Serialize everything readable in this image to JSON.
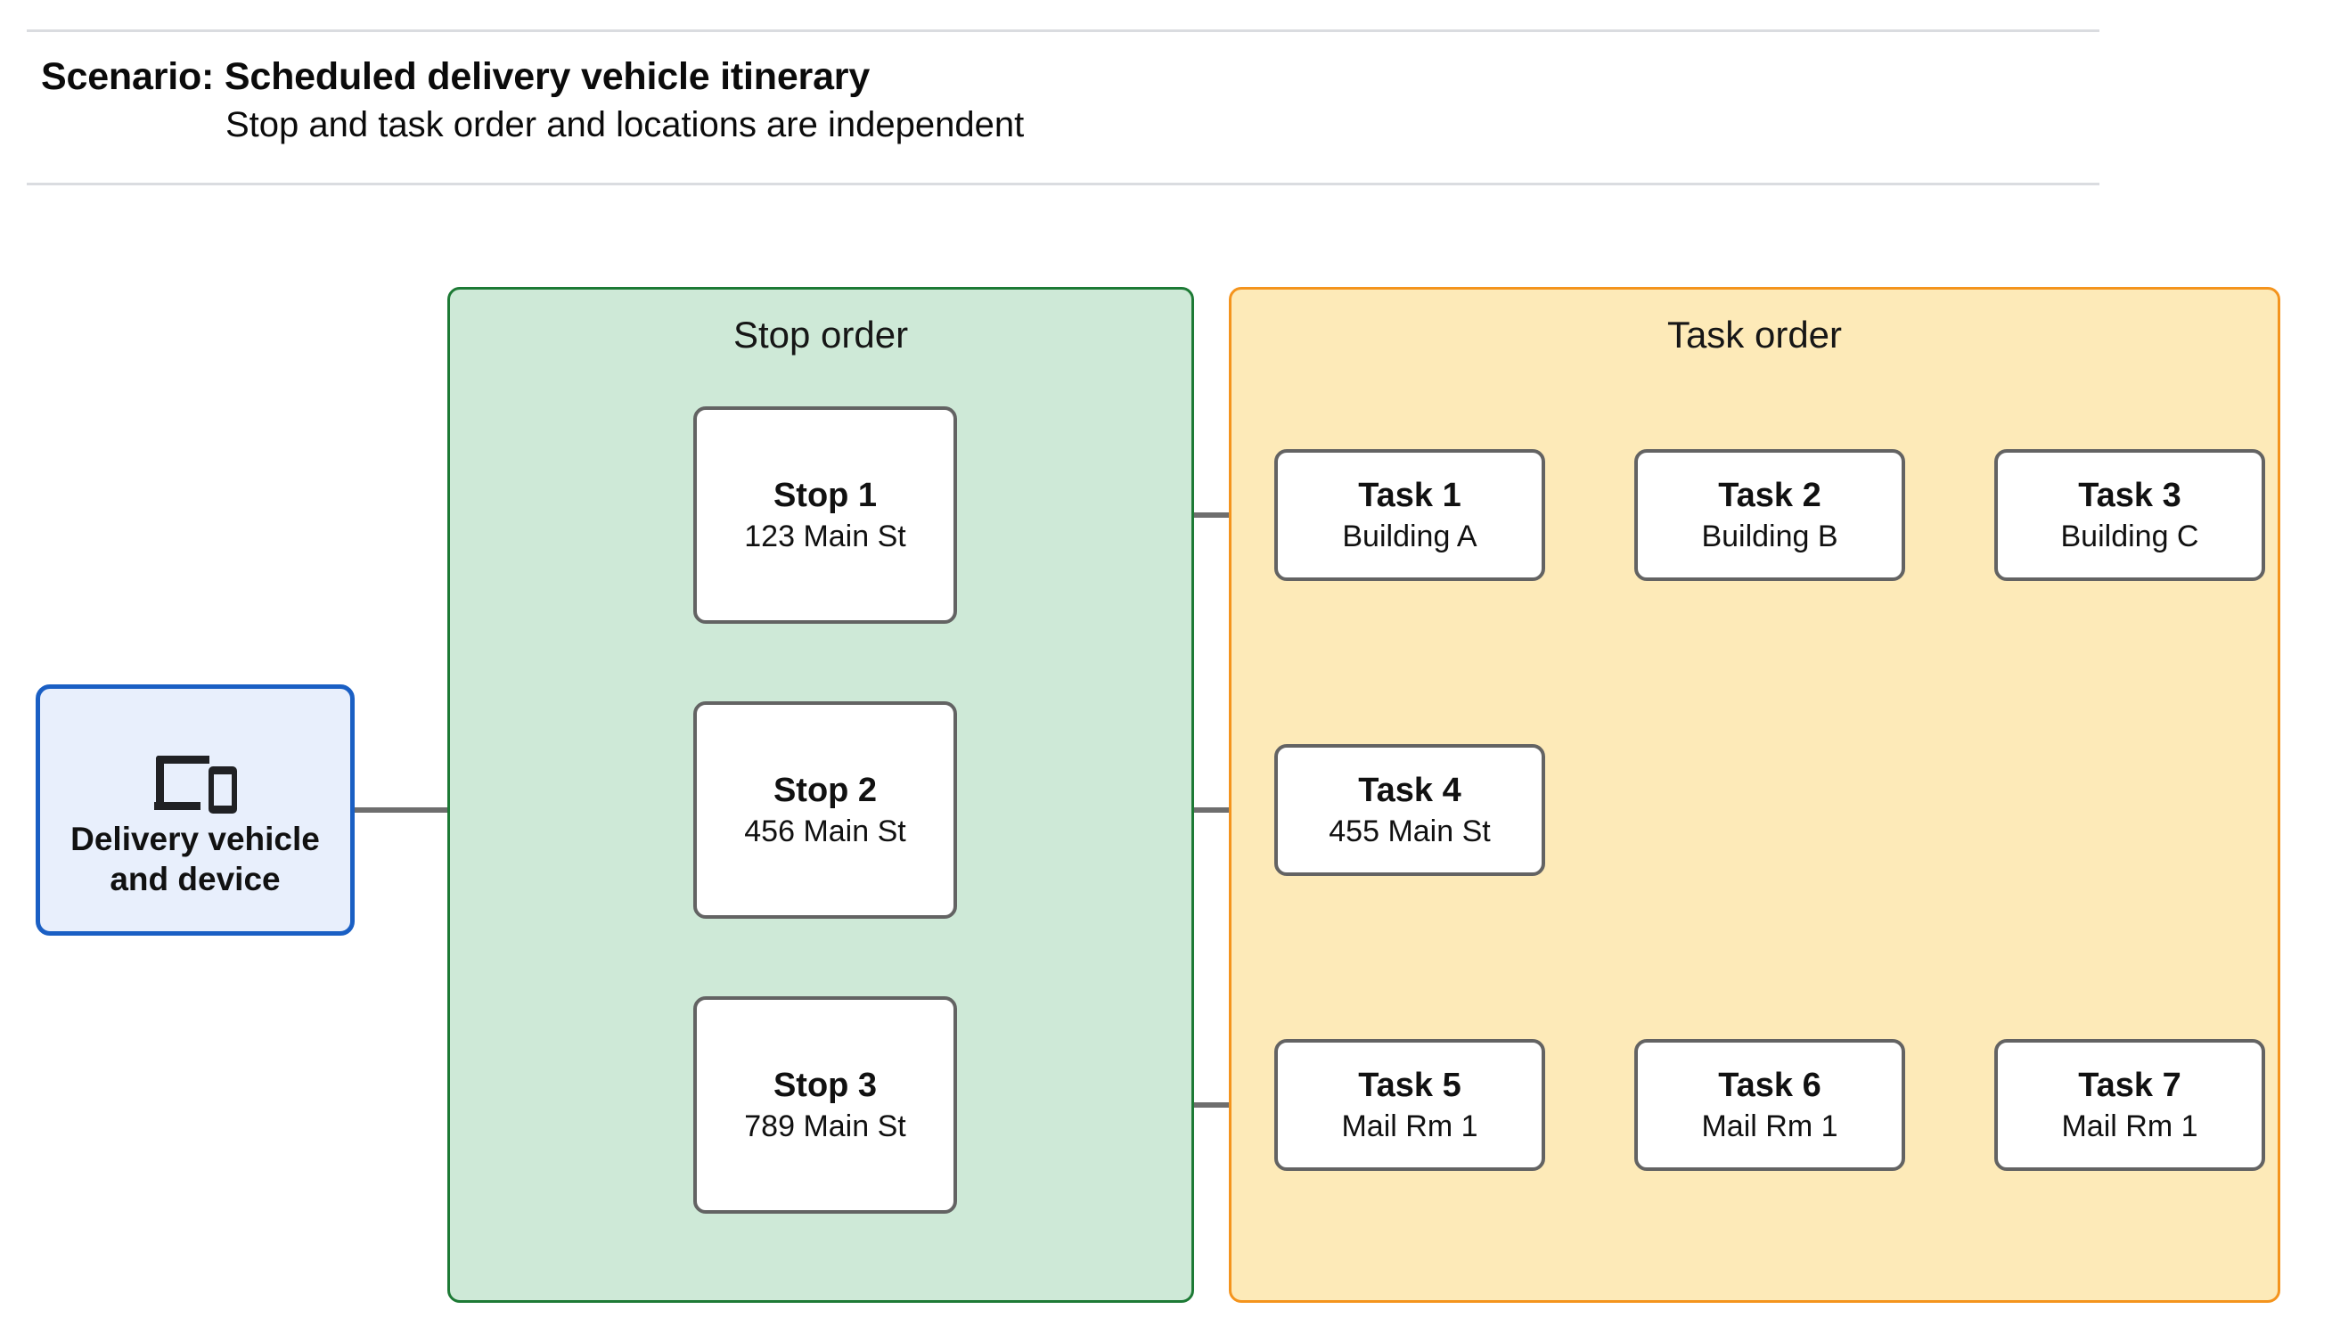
{
  "header": {
    "title": "Scenario: Scheduled delivery vehicle itinerary",
    "subtitle": "Stop and task order and locations are independent"
  },
  "vehicle": {
    "label": "Delivery vehicle\nand device",
    "icon": "devices-icon"
  },
  "panels": {
    "stop": {
      "heading": "Stop order",
      "fill": "#cee9d7",
      "border": "#1d7a35"
    },
    "task": {
      "heading": "Task order",
      "fill": "#fdeab8",
      "border": "#f4941d"
    }
  },
  "stops": [
    {
      "title": "Stop 1",
      "address": "123 Main St"
    },
    {
      "title": "Stop 2",
      "address": "456 Main St"
    },
    {
      "title": "Stop 3",
      "address": "789 Main St"
    }
  ],
  "task_rows": [
    [
      {
        "title": "Task 1",
        "location": "Building A"
      },
      {
        "title": "Task 2",
        "location": "Building B"
      },
      {
        "title": "Task 3",
        "location": "Building C"
      }
    ],
    [
      {
        "title": "Task 4",
        "location": "455 Main St"
      }
    ],
    [
      {
        "title": "Task 5",
        "location": "Mail Rm 1"
      },
      {
        "title": "Task 6",
        "location": "Mail Rm 1"
      },
      {
        "title": "Task 7",
        "location": "Mail Rm 1"
      }
    ]
  ],
  "colors": {
    "connector": "#6e6e6e",
    "node_border": "#636363",
    "vehicle_border": "#1a5fc4",
    "vehicle_fill": "#e8effc",
    "rule": "#dadce0"
  }
}
